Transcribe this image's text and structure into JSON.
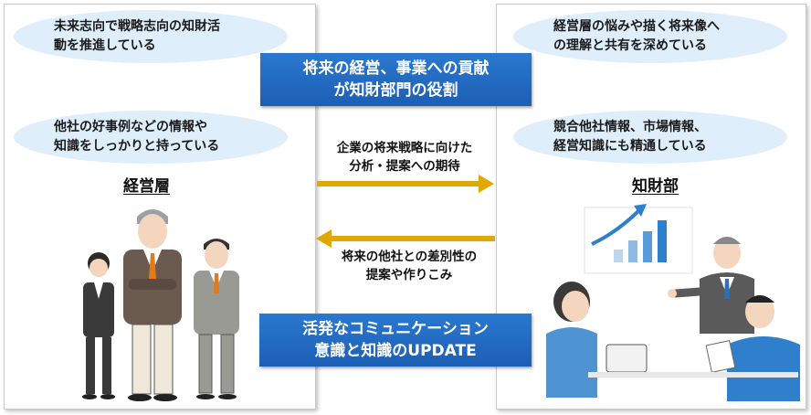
{
  "left": {
    "bubble_top": "未来志向で戦略志向の知財活\n動を推進している",
    "bubble_mid": "他社の好事例などの情報や\n知識をしっかりと持っている",
    "heading": "経営層"
  },
  "right": {
    "bubble_top": "経営層の悩みや描く将来像へ\nの理解と共有を深めている",
    "bubble_mid": "競合他社情報、市場情報、\n経営知識にも精通している",
    "heading": "知財部"
  },
  "center": {
    "banner_top": "将来の経営、事業への貢献\nが知財部門の役割",
    "arrow_right_label": "企業の将来戦略に向けた\n分析・提案への期待",
    "arrow_left_label": "将来の他社との差別性の\n提案や作りこみ",
    "banner_bottom": "活発なコミュニケーション\n意識と知識のUPDATE"
  },
  "colors": {
    "bubble": "#dfeefb",
    "banner": "#1f66bd",
    "arrow": "#e0a800"
  }
}
